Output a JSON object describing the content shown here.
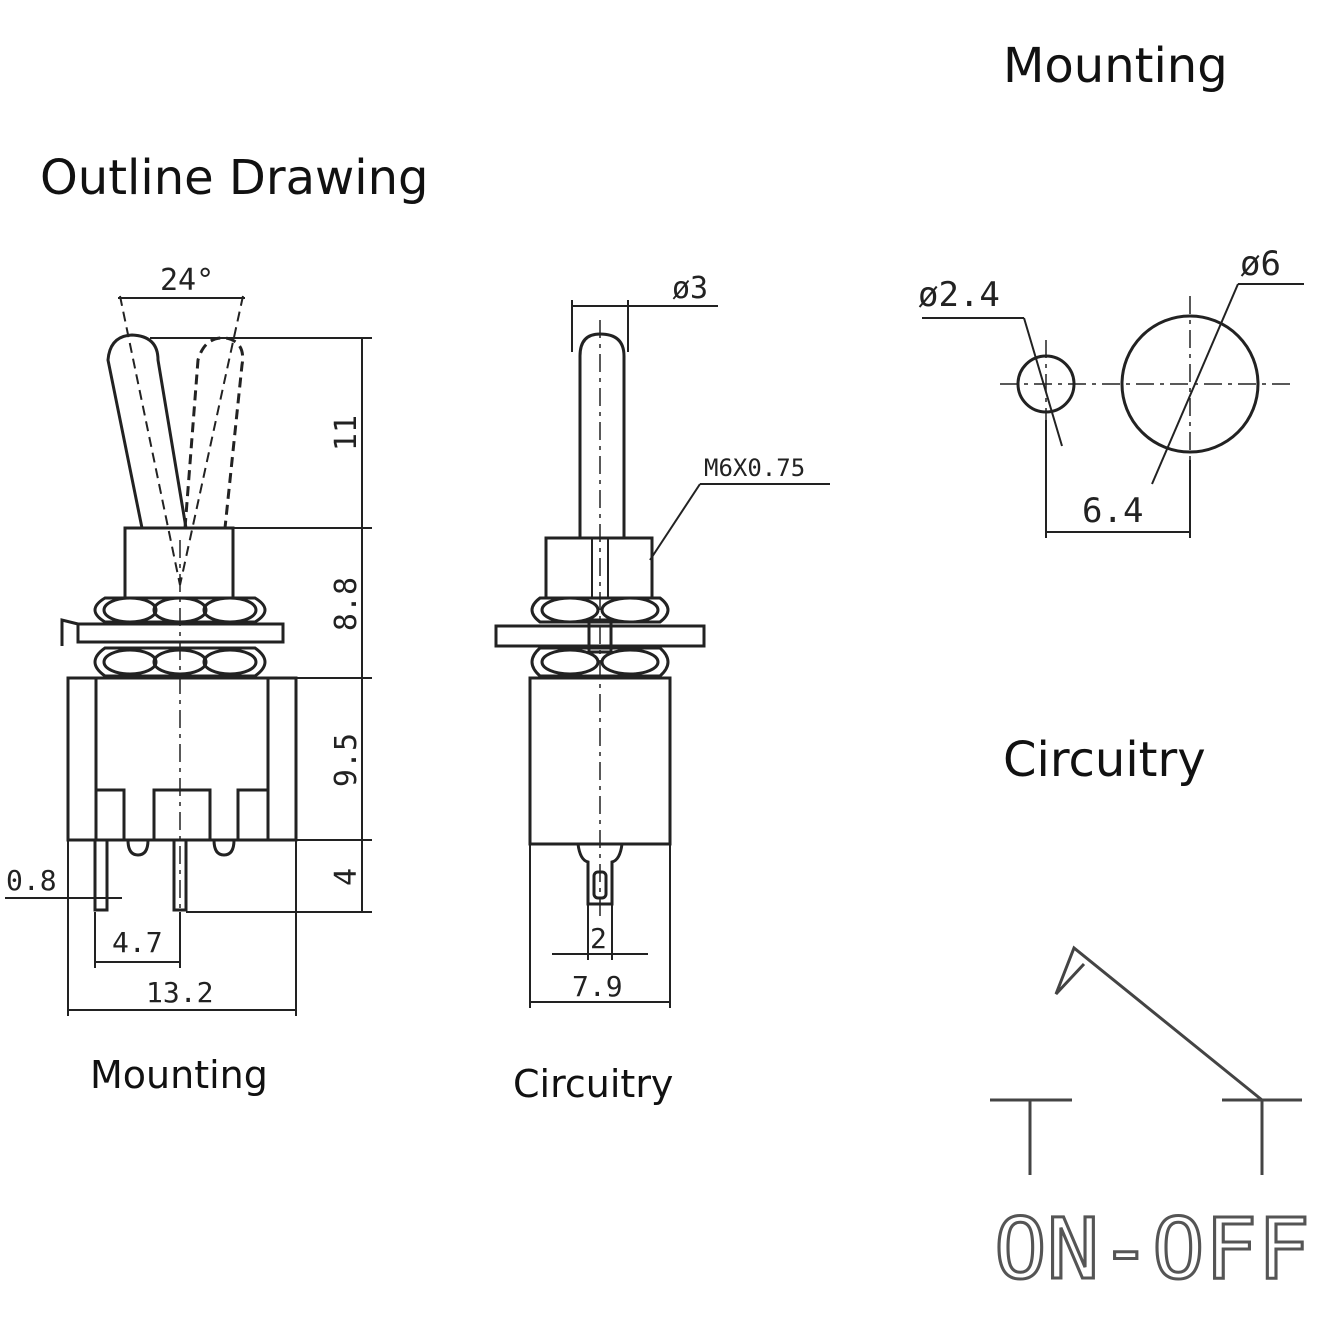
{
  "headings": {
    "outline_drawing": "Outline Drawing",
    "mounting_top": "Mounting",
    "circuitry_right": "Circuitry",
    "mounting_bottom": "Mounting",
    "circuitry_bottom": "Circuitry"
  },
  "dimensions": {
    "angle": "24°",
    "lever_height": "11",
    "bushing_height": "8.8",
    "body_height": "9.5",
    "terminal_length": "4",
    "terminal_width": "0.8",
    "terminal_pitch": "4.7",
    "body_width": "13.2",
    "lever_diameter": "ø3",
    "thread": "M6X0.75",
    "terminal_thickness": "2",
    "body_depth": "7.9",
    "small_hole": "ø2.4",
    "large_hole": "ø6",
    "hole_spacing": "6.4"
  },
  "circuit": {
    "label": "ON-OFF"
  }
}
